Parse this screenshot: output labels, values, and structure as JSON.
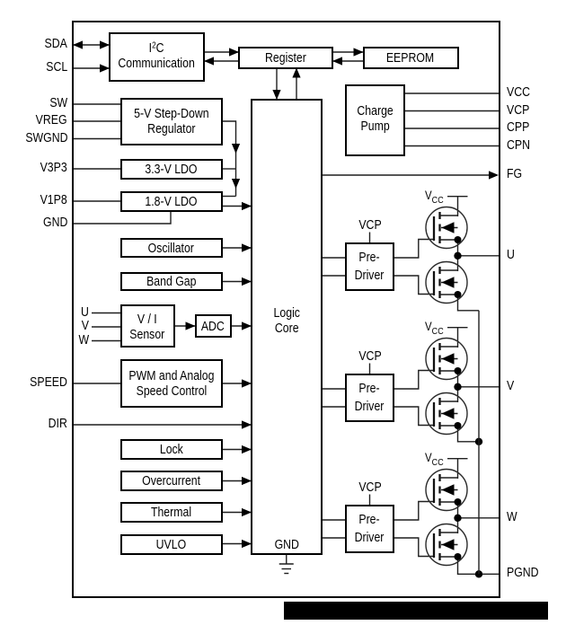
{
  "diagram": {
    "background_color": "#ffffff",
    "line_color": "#1f1f1f",
    "block_border_color": "#000000",
    "redaction_bar_color": "#000000",
    "pins": {
      "left": [
        {
          "id": "sda",
          "label": "SDA"
        },
        {
          "id": "scl",
          "label": "SCL"
        },
        {
          "id": "sw",
          "label": "SW"
        },
        {
          "id": "vreg",
          "label": "VREG"
        },
        {
          "id": "swgnd",
          "label": "SWGND"
        },
        {
          "id": "v3p3",
          "label": "V3P3"
        },
        {
          "id": "v1p8",
          "label": "V1P8"
        },
        {
          "id": "gnd",
          "label": "GND"
        },
        {
          "id": "speed",
          "label": "SPEED"
        },
        {
          "id": "dir",
          "label": "DIR"
        }
      ],
      "sensor_inputs": [
        {
          "id": "u",
          "label": "U"
        },
        {
          "id": "v",
          "label": "V"
        },
        {
          "id": "w",
          "label": "W"
        }
      ],
      "right": [
        {
          "id": "vcc",
          "label": "VCC"
        },
        {
          "id": "vcp",
          "label": "VCP"
        },
        {
          "id": "cpp",
          "label": "CPP"
        },
        {
          "id": "cpn",
          "label": "CPN"
        },
        {
          "id": "fg",
          "label": "FG"
        },
        {
          "id": "u",
          "label": "U"
        },
        {
          "id": "v",
          "label": "V"
        },
        {
          "id": "w",
          "label": "W"
        },
        {
          "id": "pgnd",
          "label": "PGND"
        }
      ]
    },
    "blocks": {
      "i2c": {
        "line1_pre": "I",
        "line1_sup": "2",
        "line1_post": "C",
        "line2": "Communication"
      },
      "register": {
        "label": "Register"
      },
      "eeprom": {
        "label": "EEPROM"
      },
      "step_down_regulator": {
        "label": "5-V Step-Down\nRegulator"
      },
      "ldo_3v3": {
        "label": "3.3-V LDO"
      },
      "ldo_1v8": {
        "label": "1.8-V LDO"
      },
      "charge_pump": {
        "label": "Charge\nPump"
      },
      "logic_core": {
        "label": "Logic\nCore",
        "gnd_label": "GND"
      },
      "oscillator": {
        "label": "Oscillator"
      },
      "band_gap": {
        "label": "Band Gap"
      },
      "vi_sensor": {
        "label": "V / I\nSensor"
      },
      "adc": {
        "label": "ADC"
      },
      "pwm_speed_control": {
        "label": "PWM and Analog\nSpeed Control"
      },
      "lock": {
        "label": "Lock"
      },
      "overcurrent": {
        "label": "Overcurrent"
      },
      "thermal": {
        "label": "Thermal"
      },
      "uvlo": {
        "label": "UVLO"
      },
      "pre_driver": {
        "label": "Pre-\nDriver"
      }
    },
    "labels": {
      "vcp": "VCP",
      "vcc_main": "V",
      "vcc_sub": "CC"
    }
  }
}
